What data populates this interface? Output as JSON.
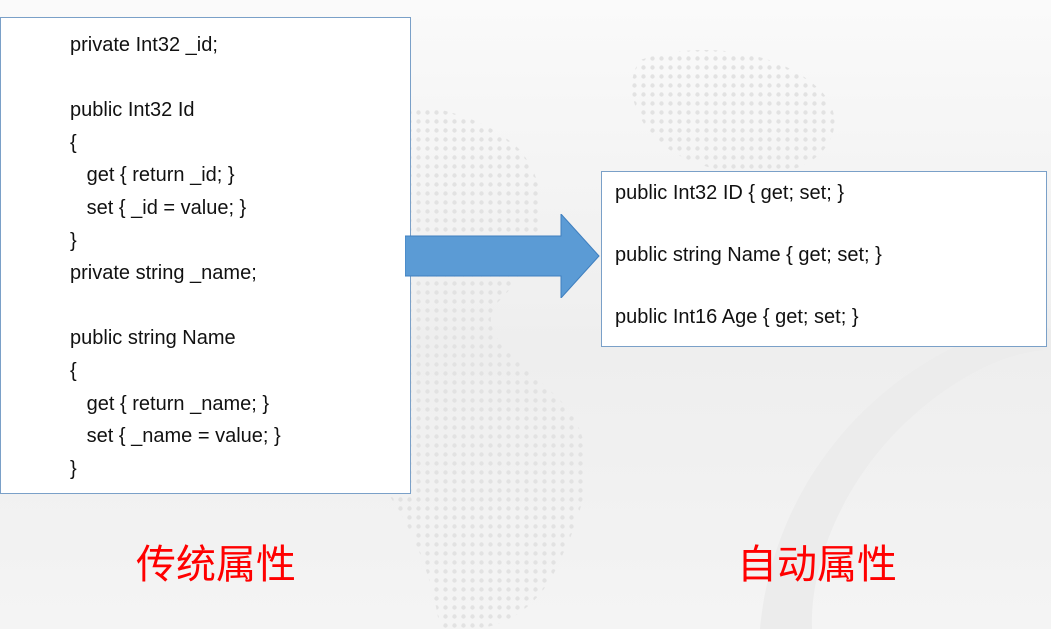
{
  "left_panel": {
    "lines": [
      "private Int32 _id;",
      "",
      "public Int32 Id",
      "{",
      "   get { return _id; }",
      "   set { _id = value; }",
      "}",
      "private string _name;",
      "",
      "public string Name",
      "{",
      "   get { return _name; }",
      "   set { _name = value; }",
      "}"
    ],
    "caption": "传统属性"
  },
  "right_panel": {
    "lines": [
      "public Int32 ID { get; set; }",
      "public string Name { get; set; }",
      "public Int16 Age { get; set; }"
    ],
    "caption": "自动属性"
  },
  "colors": {
    "arrow_fill": "#5b9bd5",
    "arrow_stroke": "#3f7fbf",
    "caption": "#ff0000",
    "box_border": "#7aa0c8"
  },
  "icons": {
    "arrow": "right-arrow-icon"
  }
}
